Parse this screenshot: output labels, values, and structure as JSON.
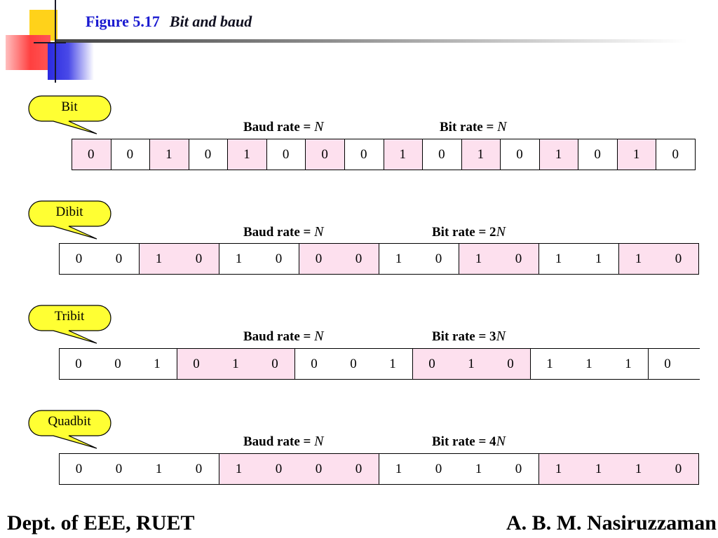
{
  "header": {
    "figure_number": "Figure 5.17",
    "caption": "Bit and baud"
  },
  "sections": [
    {
      "label": "Bit",
      "baud_rate_label": "Baud rate = ",
      "baud_rate_var": "N",
      "bit_rate_label": "Bit rate = ",
      "bit_rate_var": "N",
      "bits_per_unit": 1,
      "bits": [
        "0",
        "0",
        "1",
        "0",
        "1",
        "0",
        "0",
        "0",
        "1",
        "0",
        "1",
        "0",
        "1",
        "0",
        "1",
        "0"
      ],
      "shaded_units": [
        0,
        2,
        4,
        6,
        8,
        10,
        12,
        14
      ]
    },
    {
      "label": "Dibit",
      "baud_rate_label": "Baud rate = ",
      "baud_rate_var": "N",
      "bit_rate_label": "Bit rate = 2",
      "bit_rate_var": "N",
      "bits_per_unit": 2,
      "bits": [
        "0",
        "0",
        "1",
        "0",
        "1",
        "0",
        "0",
        "0",
        "1",
        "0",
        "1",
        "0",
        "1",
        "1",
        "1",
        "0"
      ],
      "shaded_units": [
        1,
        3,
        5,
        7
      ]
    },
    {
      "label": "Tribit",
      "baud_rate_label": "Baud rate = ",
      "baud_rate_var": "N",
      "bit_rate_label": "Bit rate = 3",
      "bit_rate_var": "N",
      "bits_per_unit": 3,
      "bits": [
        "0",
        "0",
        "1",
        "0",
        "1",
        "0",
        "0",
        "0",
        "1",
        "0",
        "1",
        "0",
        "1",
        "1",
        "1",
        "0"
      ],
      "shaded_units": [
        1,
        3
      ]
    },
    {
      "label": "Quadbit",
      "baud_rate_label": "Baud rate = ",
      "baud_rate_var": "N",
      "bit_rate_label": "Bit rate = 4",
      "bit_rate_var": "N",
      "bits_per_unit": 4,
      "bits": [
        "0",
        "0",
        "1",
        "0",
        "1",
        "0",
        "0",
        "0",
        "1",
        "0",
        "1",
        "0",
        "1",
        "1",
        "1",
        "0"
      ],
      "shaded_units": [
        1,
        3
      ]
    }
  ],
  "footer": {
    "left": "Dept. of EEE, RUET",
    "right": "A. B. M. Nasiruzzaman"
  }
}
